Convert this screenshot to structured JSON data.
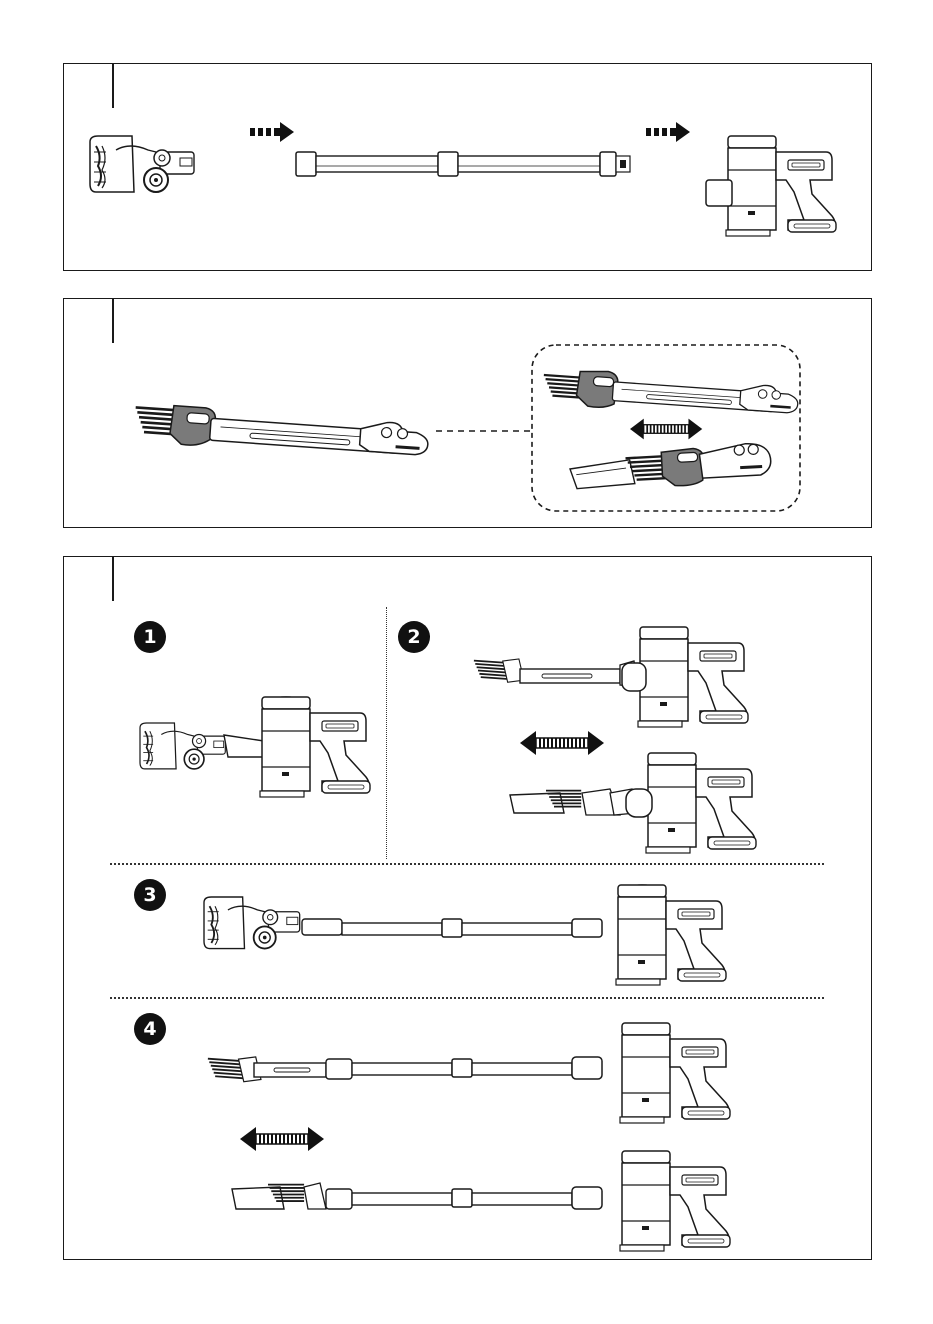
{
  "panels": [
    {
      "id": "assemble-parts"
    },
    {
      "id": "crevice-brush"
    },
    {
      "id": "configurations"
    }
  ],
  "steps": {
    "s1": "1",
    "s2": "2",
    "s3": "3",
    "s4": "4"
  },
  "icons": {
    "direction_arrow": "dashed-right-arrow-icon",
    "slide_arrow": "double-headed-arrow-icon"
  },
  "colors": {
    "line": "#1a1a1a",
    "fill_gray": "#7a7a7a",
    "fill_dark": "#2a2a2a"
  }
}
